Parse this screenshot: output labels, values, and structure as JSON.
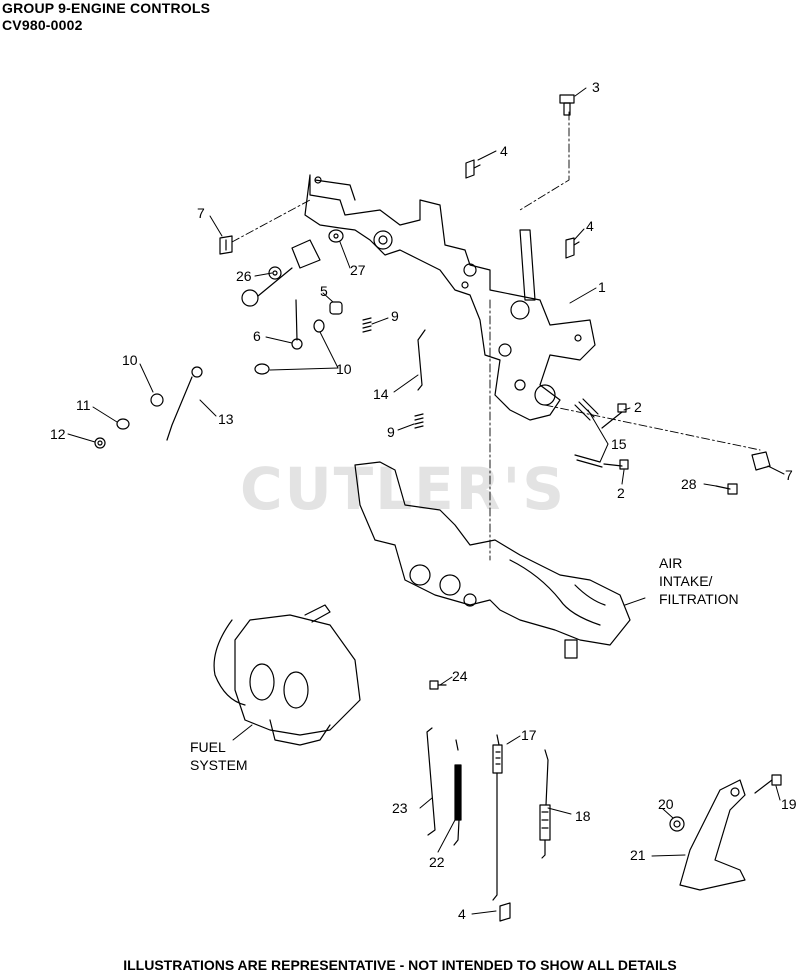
{
  "title_line1": "GROUP 9-ENGINE CONTROLS",
  "title_line2": "CV980-0002",
  "watermark": "CUTLER'S",
  "footer": "ILLUSTRATIONS ARE REPRESENTATIVE - NOT INTENDED TO SHOW ALL DETAILS",
  "callouts": {
    "c3": "3",
    "c4a": "4",
    "c7a": "7",
    "c4b": "4",
    "c1": "1",
    "c26": "26",
    "c27": "27",
    "c5": "5",
    "c9a": "9",
    "c6": "6",
    "c10a": "10",
    "c10b": "10",
    "c14": "14",
    "c11": "11",
    "c13": "13",
    "c12": "12",
    "c9b": "9",
    "c2a": "2",
    "c15": "15",
    "c2b": "2",
    "c28": "28",
    "c7b": "7",
    "c24": "24",
    "c17": "17",
    "c23": "23",
    "c18": "18",
    "c22": "22",
    "c4c": "4",
    "c20": "20",
    "c19": "19",
    "c21": "21"
  },
  "air_label": "AIR\nINTAKE/\nFILTRATION",
  "fuel_label": "FUEL\nSYSTEM"
}
